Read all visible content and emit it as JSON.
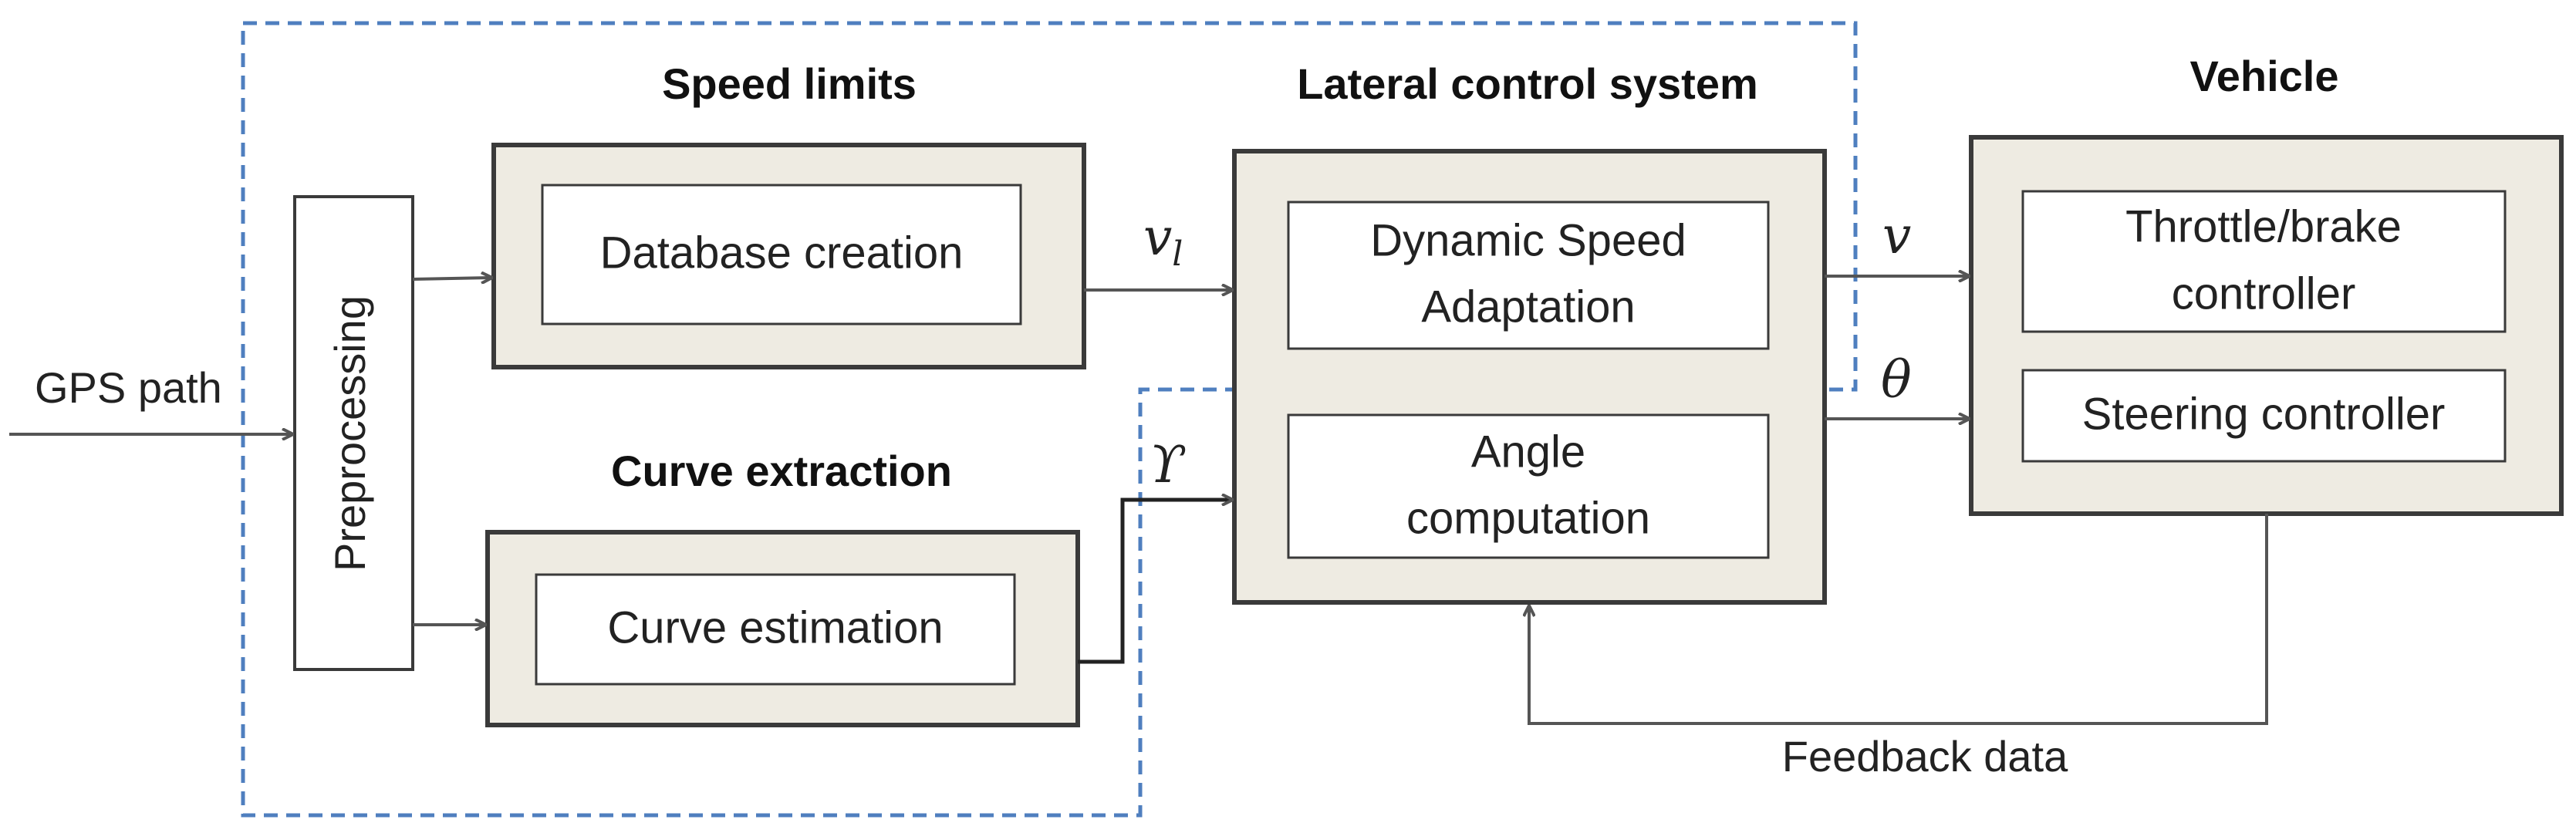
{
  "input": {
    "gps_path": "GPS path"
  },
  "preprocessing": {
    "label": "Preprocessing"
  },
  "speed_limits": {
    "title": "Speed limits",
    "database_creation": "Database creation"
  },
  "curve_extraction": {
    "title": "Curve extraction",
    "curve_estimation": "Curve estimation"
  },
  "lateral_control": {
    "title": "Lateral control system",
    "dynamic_speed": [
      "Dynamic Speed",
      "Adaptation"
    ],
    "angle_computation": [
      "Angle",
      "computation"
    ]
  },
  "vehicle": {
    "title": "Vehicle",
    "throttle_brake": [
      "Throttle/brake",
      "controller"
    ],
    "steering": "Steering controller"
  },
  "signals": {
    "v_limit_main": "v",
    "v_limit_sub": "l",
    "curvature": "ϒ",
    "velocity": "v",
    "angle": "θ"
  },
  "feedback": {
    "label": "Feedback data"
  },
  "colors": {
    "block_fill": "#eeebe2",
    "stroke": "#3a3a3a",
    "dashed_boundary": "#4f7fbf",
    "arrow": "#555555"
  }
}
